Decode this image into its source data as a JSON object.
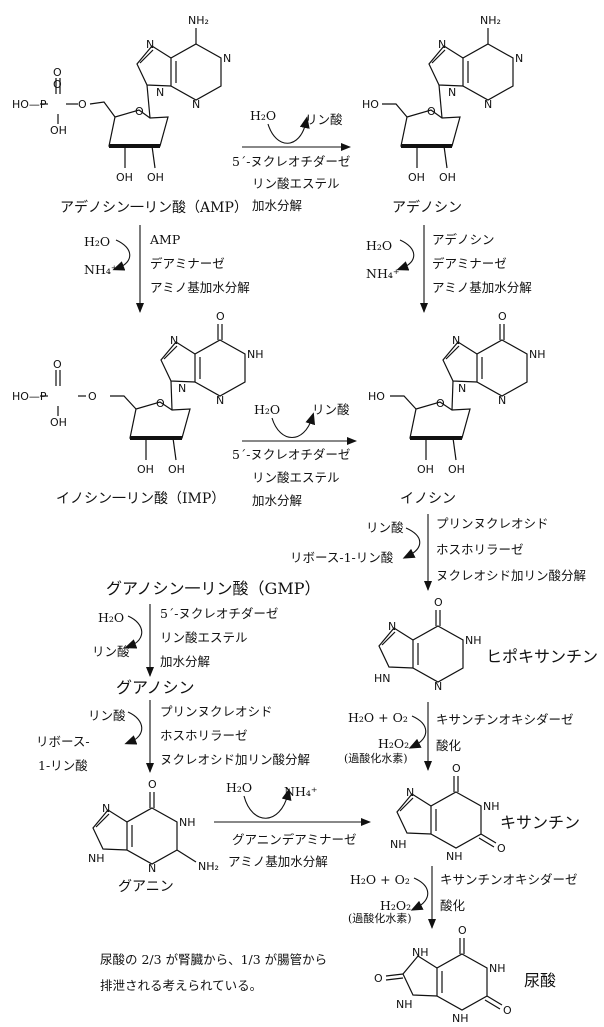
{
  "molecules": {
    "amp": {
      "label": "アデノシン一リン酸（AMP）"
    },
    "adenosine": {
      "label": "アデノシン"
    },
    "imp": {
      "label": "イノシン一リン酸（IMP）"
    },
    "inosine": {
      "label": "イノシン"
    },
    "hypoxanthine": {
      "label": "ヒポキサンチン"
    },
    "gmp": {
      "label": "グアノシン一リン酸（GMP）"
    },
    "guanosine": {
      "label": "グアノシン"
    },
    "guanine": {
      "label": "グアニン"
    },
    "xanthine": {
      "label": "キサンチン"
    },
    "uric_acid": {
      "label": "尿酸"
    }
  },
  "atoms": {
    "nh2": "NH₂",
    "n": "N",
    "nh": "NH",
    "hn": "HN",
    "o": "O",
    "oh": "OH",
    "ho": "HO",
    "p": "P",
    "ho_p": "HO—P",
    "nh2_b": "NH₂"
  },
  "reactions": {
    "r1": {
      "in": "H₂O",
      "out": "リン酸",
      "enzyme": [
        "5´-ヌクレオチダーゼ",
        "リン酸エステル",
        "加水分解"
      ]
    },
    "r2": {
      "in": "H₂O",
      "out": "NH₄⁺",
      "enzyme": [
        "AMP",
        "デアミナーゼ",
        "アミノ基加水分解"
      ]
    },
    "r3": {
      "in": "H₂O",
      "out": "NH₄⁺",
      "enzyme": [
        "アデノシン",
        "デアミナーゼ",
        "アミノ基加水分解"
      ]
    },
    "r4": {
      "in": "H₂O",
      "out": "リン酸",
      "enzyme": [
        "5´-ヌクレオチダーゼ",
        "リン酸エステル",
        "加水分解"
      ]
    },
    "r5": {
      "in": "リン酸",
      "out": "リボース-1-リン酸",
      "enzyme": [
        "プリンヌクレオシド",
        "ホスホリラーゼ",
        "ヌクレオシド加リン酸分解"
      ]
    },
    "r6": {
      "in": "H₂O",
      "out": "リン酸",
      "enzyme": [
        "5´-ヌクレオチダーゼ",
        "リン酸エステル",
        "加水分解"
      ]
    },
    "r7": {
      "in": "リン酸",
      "out_a": "リボース-",
      "out_b": "1-リン酸",
      "enzyme": [
        "プリンヌクレオシド",
        "ホスホリラーゼ",
        "ヌクレオシド加リン酸分解"
      ]
    },
    "r8": {
      "in": "H₂O",
      "out": "NH₄⁺",
      "enzyme": [
        "グアニンデアミナーゼ",
        "アミノ基加水分解"
      ]
    },
    "r9": {
      "in": "H₂O + O₂",
      "out": "H₂O₂",
      "out_note": "(過酸化水素)",
      "enzyme": [
        "キサンチンオキシダーゼ",
        "酸化"
      ]
    },
    "r10": {
      "in": "H₂O + O₂",
      "out": "H₂O₂",
      "out_note": "(過酸化水素)",
      "enzyme": [
        "キサンチンオキシダーゼ",
        "酸化"
      ]
    }
  },
  "note": [
    "尿酸の 2/3 が腎臓から、1/3 が腸管から",
    "排泄される考えられている。"
  ],
  "colors": {
    "ink": "#111111",
    "background": "#ffffff"
  }
}
